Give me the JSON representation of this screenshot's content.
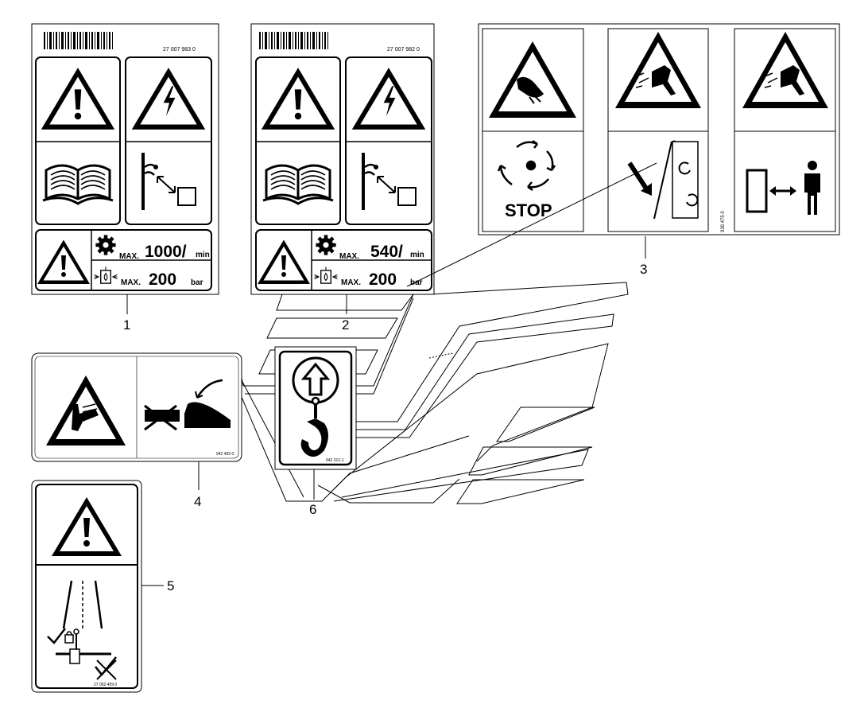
{
  "decals": [
    {
      "callout": "1",
      "part_number": "27 007 983 0",
      "speed": {
        "label": "MAX.",
        "value": "1000/",
        "unit": "min"
      },
      "pressure": {
        "label": "MAX.",
        "value": "200",
        "unit": "bar"
      }
    },
    {
      "callout": "2",
      "part_number": "27 007 982 0",
      "speed": {
        "label": "MAX.",
        "value": "540/",
        "unit": "min"
      },
      "pressure": {
        "label": "MAX.",
        "value": "200",
        "unit": "bar"
      }
    },
    {
      "callout": "3",
      "part_number": "939 475 0",
      "stop_text": "STOP"
    },
    {
      "callout": "4",
      "part_number": "942 459 0"
    },
    {
      "callout": "5",
      "part_number": "27 002 459 0"
    },
    {
      "callout": "6",
      "part_number": "942 012-1"
    }
  ]
}
